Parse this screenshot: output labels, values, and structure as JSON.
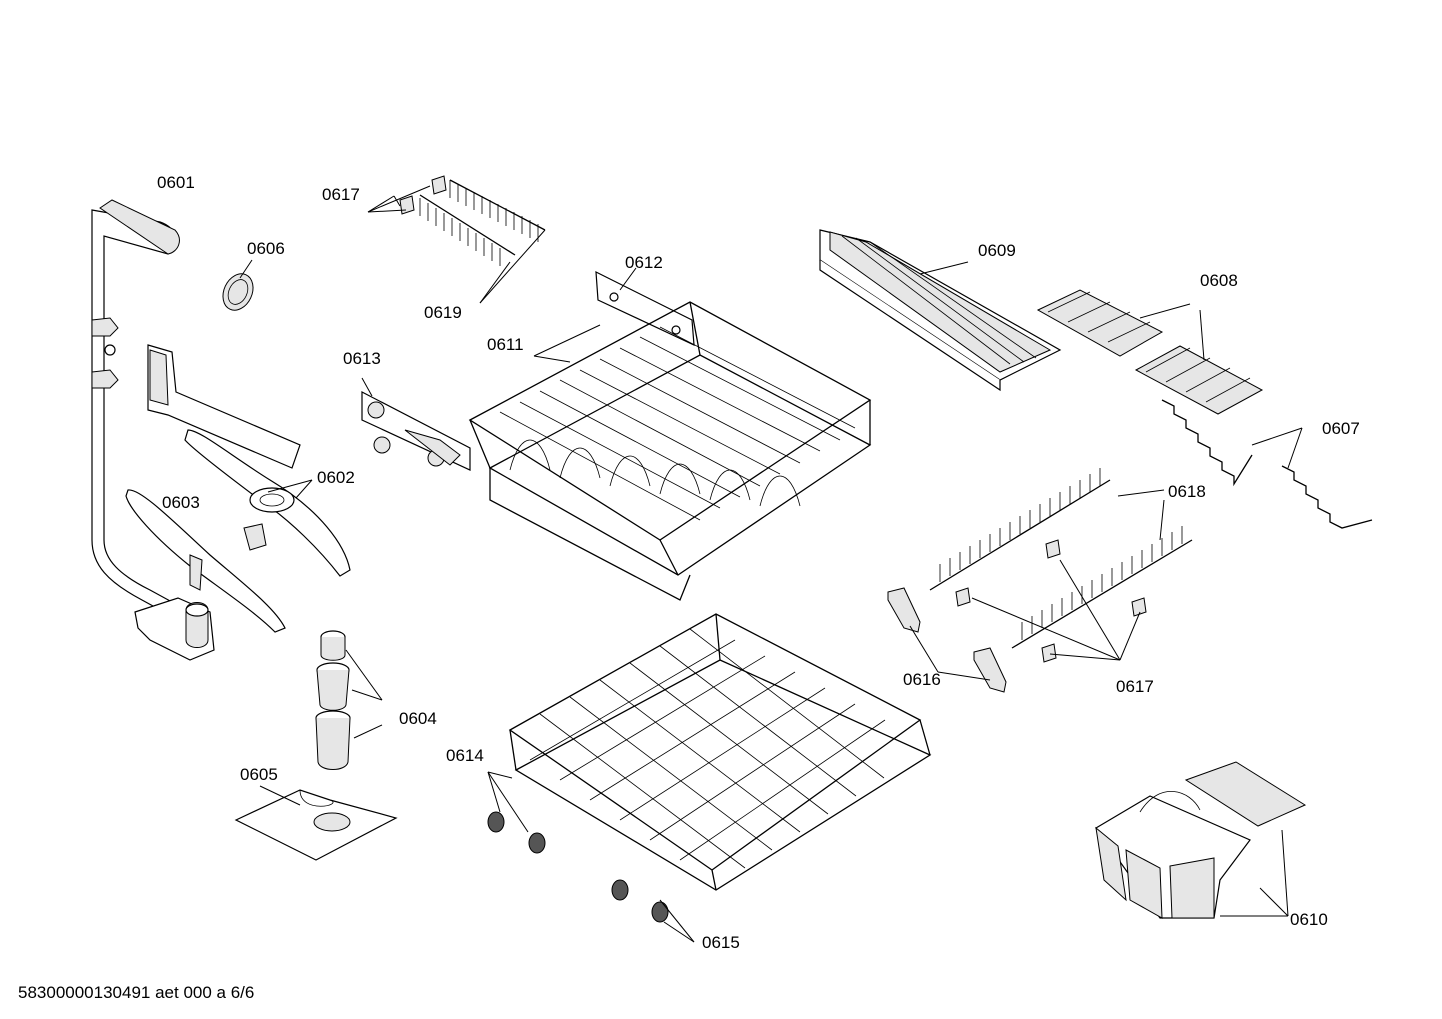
{
  "labels": {
    "p0601": "0601",
    "p0602": "0602",
    "p0603": "0603",
    "p0604": "0604",
    "p0605": "0605",
    "p0606": "0606",
    "p0607": "0607",
    "p0608": "0608",
    "p0609": "0609",
    "p0610": "0610",
    "p0611": "0611",
    "p0612": "0612",
    "p0613": "0613",
    "p0614": "0614",
    "p0615": "0615",
    "p0616": "0616",
    "p0617a": "0617",
    "p0617b": "0617",
    "p0618": "0618",
    "p0619": "0619"
  },
  "footer": "58300000130491 aet 000 a 6/6"
}
